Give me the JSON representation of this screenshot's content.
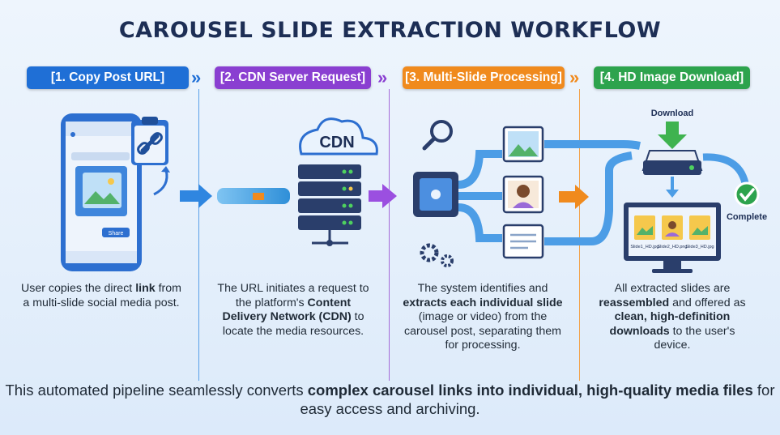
{
  "title": "CAROUSEL SLIDE EXTRACTION WORKFLOW",
  "steps": [
    {
      "label": "[1. Copy Post URL]",
      "color": "#1f6fd6"
    },
    {
      "label": "[2. CDN Server Request]",
      "color": "#8a3fd1"
    },
    {
      "label": "[3. Multi-Slide Processing]",
      "color": "#f08a1d"
    },
    {
      "label": "[4. HD Image Download]",
      "color": "#2da34d"
    }
  ],
  "descriptions": {
    "step1": {
      "a": "User copies the direct ",
      "b": "link",
      "c": " from a multi-slide social media post."
    },
    "step2": {
      "a": "The URL initiates a request to the platform's ",
      "b": "Content Delivery Network (CDN)",
      "c": " to locate the media resources."
    },
    "step3": {
      "a": "The system identifies and ",
      "b": "extracts each individual slide",
      "c": " (image or video) from the carousel post, separating them for processing."
    },
    "step4": {
      "a": "All extracted slides are ",
      "b1": "reassembled",
      "m": " and offered as ",
      "b2": "clean, high-definition downloads",
      "c": " to the user's device."
    }
  },
  "illustrations": {
    "cdn_label": "CDN",
    "share_label": "Share",
    "download_label": "Download",
    "complete_label": "Complete",
    "files": [
      "Slide1_HD.jpg",
      "Slide2_HD.png",
      "Slide3_HD.jpg"
    ]
  },
  "footer": {
    "a": "This automated pipeline seamlessly converts ",
    "b": "complex carousel links into individual, high-quality media files",
    "c": " for easy access and archiving."
  },
  "icons": [
    "clipboard-link-icon",
    "cloud-icon",
    "server-rack-icon",
    "magnifier-icon",
    "chip-icon",
    "gear-icon",
    "image-icon",
    "person-icon",
    "document-icon",
    "download-arrow-icon",
    "drive-icon",
    "monitor-icon",
    "checkmark-icon"
  ]
}
